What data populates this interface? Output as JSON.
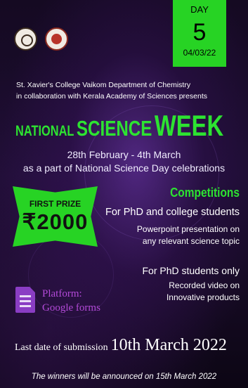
{
  "day_box": {
    "label": "DAY",
    "number": "5",
    "date": "04/03/22"
  },
  "logos": [
    "college-seal",
    "academy-seal"
  ],
  "intro": {
    "line1": "St. Xavier's College Vaikom Department of Chemistry",
    "line2": "in collaboration with Kerala Academy of Sciences presents"
  },
  "headline": {
    "word1": "NATIONAL",
    "word2": "SCIENCE",
    "word3": "WEEK"
  },
  "dates": {
    "line1": "28th February - 4th March",
    "line2": "as a part  of National Science Day celebrations"
  },
  "prize": {
    "label": "FIRST PRIZE",
    "amount": "₹2000"
  },
  "competitions": {
    "heading": "Competitions",
    "cat1": {
      "title": "For PhD and college students",
      "desc1": "Powerpoint presentation on",
      "desc2": "any relevant science topic"
    },
    "cat2": {
      "title": "For PhD students only",
      "desc1": "Recorded video on",
      "desc2": "Innovative products"
    }
  },
  "platform": {
    "label": "Platform:",
    "value": "Google forms",
    "icon": "google-forms-icon"
  },
  "deadline": {
    "label": "Last date of submission",
    "value": "10th March 2022"
  },
  "footer": {
    "winners": "The winners will be announced on 15th March 2022"
  },
  "colors": {
    "accent_green": "#27d324",
    "purple": "#8a3dc4",
    "background": "#150a22"
  }
}
